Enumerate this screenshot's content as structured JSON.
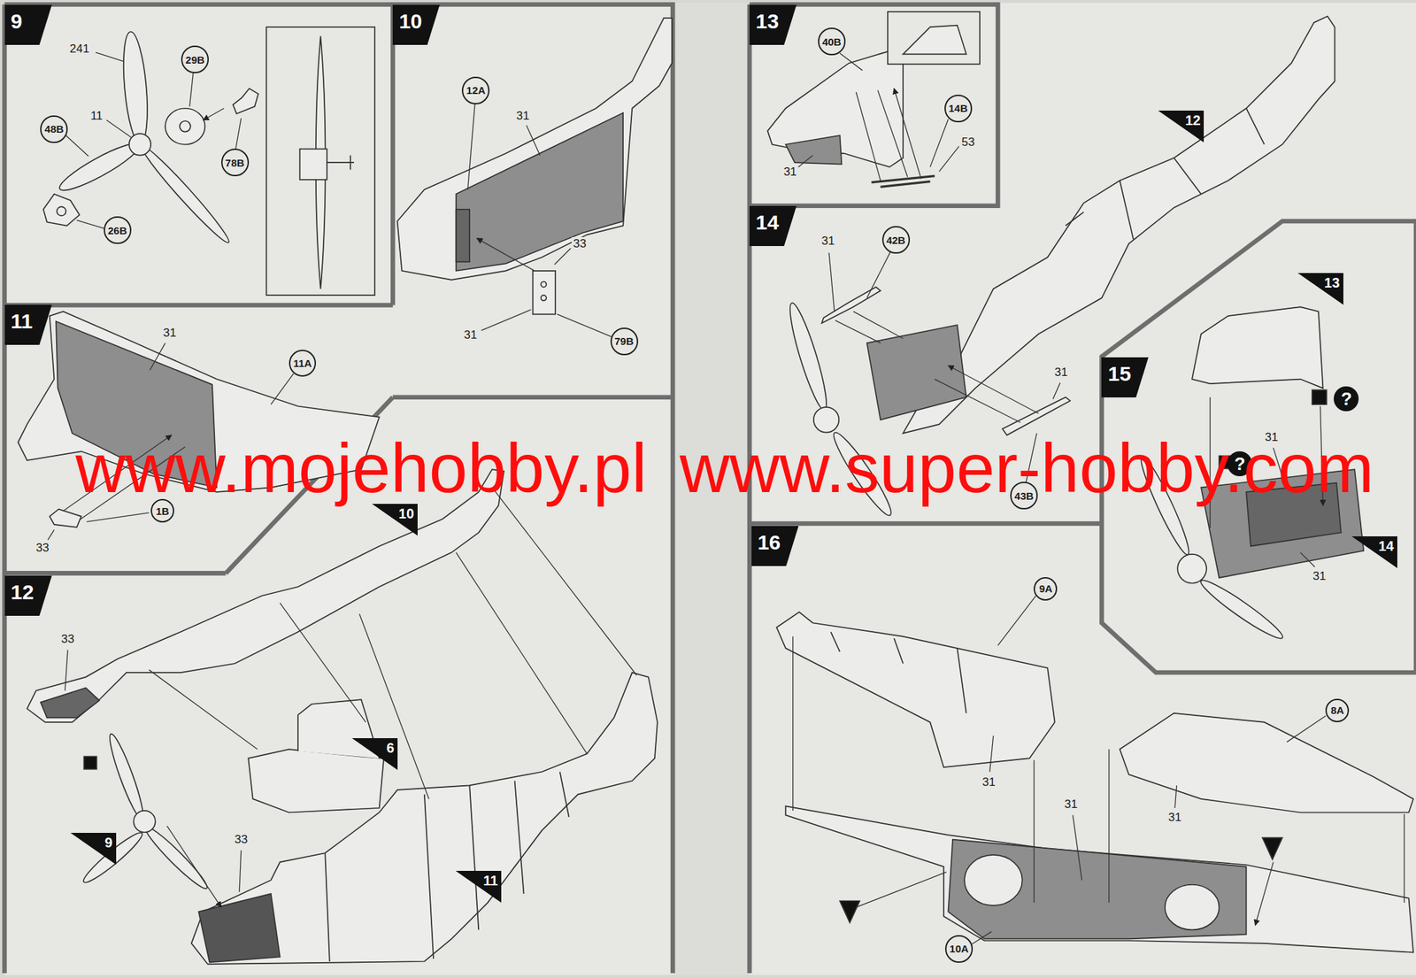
{
  "diagram": {
    "nodes": [
      {
        "text": [
          "9"
        ]
      },
      {
        "text": [
          "29B"
        ],
        "in": 0
      },
      {
        "text": [
          "48B"
        ],
        "in": 0
      },
      {
        "text": [
          "78B"
        ],
        "in": 0
      },
      {
        "text": [
          "26B"
        ],
        "in": 0
      },
      {
        "text": [
          "10"
        ]
      },
      {
        "text": [
          "12A"
        ],
        "in": 5
      },
      {
        "text": [
          "79B"
        ],
        "in": 5
      },
      {
        "text": [
          "11"
        ]
      },
      {
        "text": [
          "11A"
        ],
        "in": 8
      },
      {
        "text": [
          "1B"
        ],
        "in": 8
      },
      {
        "text": [
          "12"
        ]
      },
      {
        "text": [
          "13"
        ]
      },
      {
        "text": [
          "40B"
        ],
        "in": 12
      },
      {
        "text": [
          "14B"
        ],
        "in": 12
      },
      {
        "text": [
          "14"
        ]
      },
      {
        "text": [
          "42B"
        ],
        "in": 15
      },
      {
        "text": [
          "43B"
        ],
        "in": 15
      },
      {
        "text": [
          "15"
        ]
      },
      {
        "text": [
          "16"
        ]
      },
      {
        "text": [
          "9A"
        ],
        "in": 19
      },
      {
        "text": [
          "8A"
        ],
        "in": 19
      },
      {
        "text": [
          "10A"
        ],
        "in": 19
      }
    ],
    "labels": [
      "241",
      "11",
      "31",
      "33",
      "31",
      "31",
      "33",
      "33",
      "10",
      "6",
      "9",
      "33",
      "11",
      "31",
      "53",
      "12",
      "31",
      "31",
      "13",
      "?",
      "?",
      "31",
      "31",
      "14",
      "31",
      "31",
      "31",
      "www.mojehobby.pl",
      "www.super-hobby.com"
    ]
  }
}
